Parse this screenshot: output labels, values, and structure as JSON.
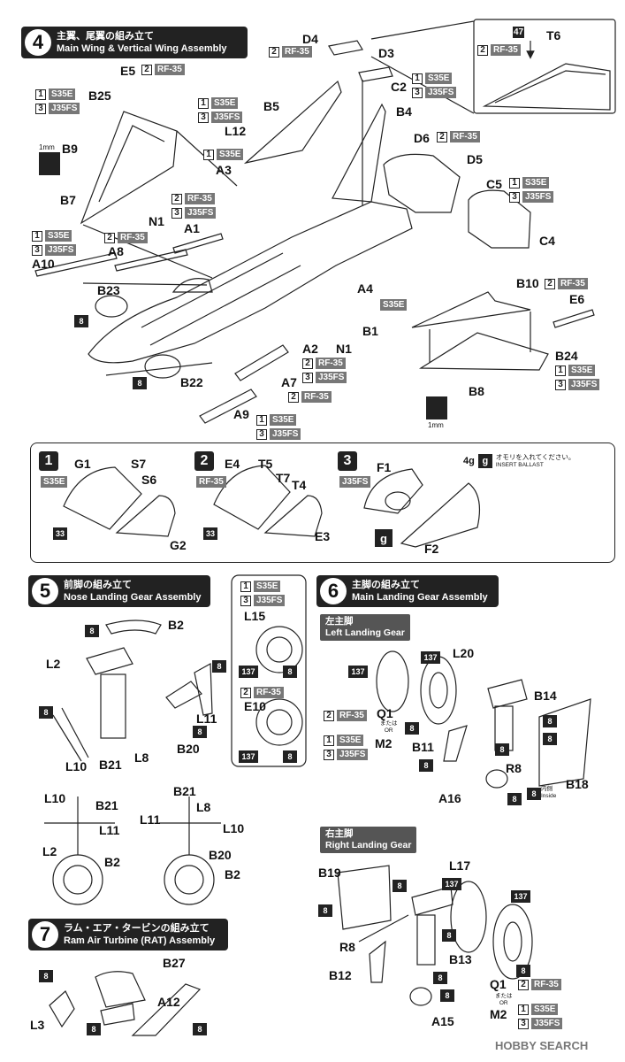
{
  "steps": {
    "s4": {
      "num": "4",
      "jp": "主翼、尾翼の組み立て",
      "en": "Main Wing & Vertical Wing Assembly"
    },
    "s5": {
      "num": "5",
      "jp": "前脚の組み立て",
      "en": "Nose Landing Gear Assembly"
    },
    "s6": {
      "num": "6",
      "jp": "主脚の組み立て",
      "en": "Main Landing Gear Assembly",
      "left_jp": "左主脚",
      "left_en": "Left Landing Gear",
      "right_jp": "右主脚",
      "right_en": "Right Landing Gear"
    },
    "s7": {
      "num": "7",
      "jp": "ラム・エア・タービンの組み立て",
      "en": "Ram Air Turbine (RAT) Assembly"
    }
  },
  "variants": {
    "v1": "S35E",
    "v2": "RF-35",
    "v3": "J35FS",
    "n1": "1",
    "n2": "2",
    "n3": "3"
  },
  "ballast": {
    "weight": "4g",
    "jp": "オモリを入れてください。",
    "en": "INSERT BALLAST",
    "icon": "g"
  },
  "paints": {
    "p8": "8",
    "p33": "33",
    "p137": "137",
    "p47": "47"
  },
  "notes": {
    "mm": "1mm",
    "or_jp": "または",
    "or_en": "OR",
    "inside_jp": "内側",
    "inside_en": "Inside"
  },
  "s4_labels": [
    "D4",
    "D3",
    "T6",
    "E5",
    "C2",
    "B25",
    "B5",
    "B4",
    "B9",
    "L12",
    "D6",
    "D5",
    "A3",
    "C5",
    "B7",
    "N1",
    "A1",
    "C4",
    "A10",
    "A8",
    "B23",
    "A4",
    "B10",
    "E6",
    "B1",
    "A2",
    "N1",
    "B24",
    "A7",
    "B22",
    "B8",
    "A9"
  ],
  "sub_labels": [
    "G1",
    "S7",
    "S6",
    "G2",
    "E4",
    "T5",
    "T7",
    "T4",
    "E3",
    "F1",
    "F2"
  ],
  "s5_labels": [
    "B2",
    "L15",
    "E10",
    "L2",
    "L11",
    "B20",
    "L8",
    "L10",
    "B21",
    "B21",
    "L10",
    "L11",
    "L2",
    "B2",
    "B21",
    "L8",
    "L11",
    "L10",
    "B20",
    "B2"
  ],
  "s6_labels": [
    "L20",
    "B14",
    "Q1",
    "M2",
    "B11",
    "R8",
    "B18",
    "A16",
    "B19",
    "L17",
    "R8",
    "B13",
    "B12",
    "Q1",
    "M2",
    "A15"
  ],
  "s7_labels": [
    "B27",
    "L3",
    "A12"
  ],
  "watermark": "HOBBY SEARCH"
}
